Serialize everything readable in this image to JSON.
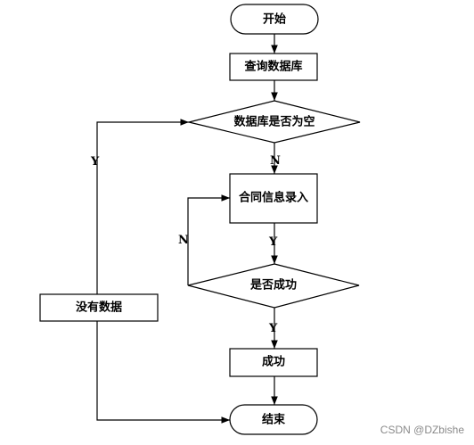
{
  "nodes": {
    "start": "开始",
    "query_db": "查询数据库",
    "db_empty": "数据库是否为空",
    "contract_entry": "合同信息录入",
    "success_check": "是否成功",
    "success": "成功",
    "no_data": "没有数据",
    "end": "结束"
  },
  "edge_labels": {
    "db_empty_yes": "Y",
    "db_empty_no": "N",
    "entry_yes": "Y",
    "check_no": "N",
    "check_yes": "Y"
  },
  "watermark": "CSDN @DZbishe"
}
